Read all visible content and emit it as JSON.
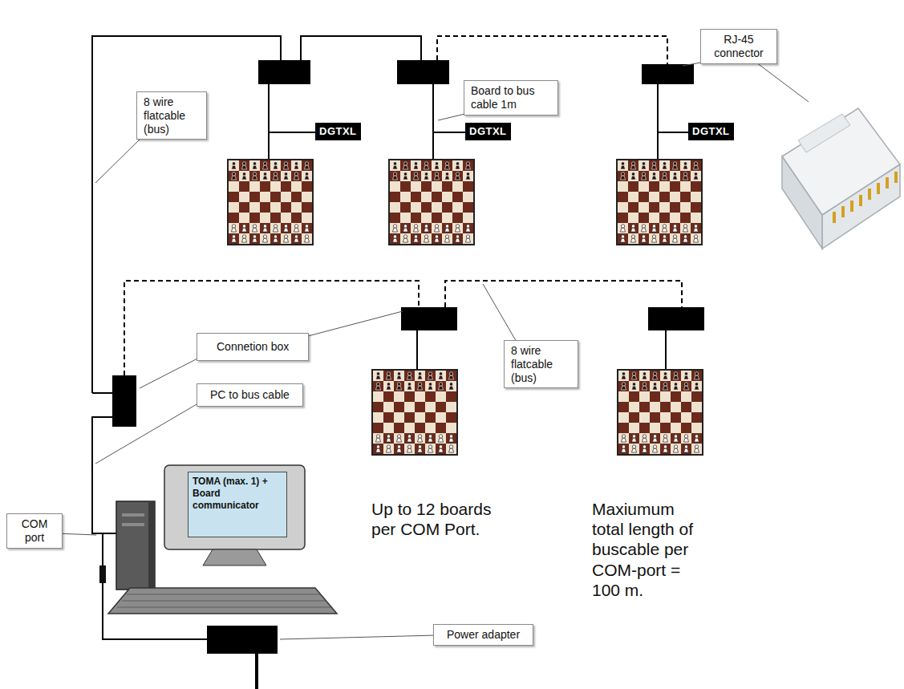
{
  "diagram": {
    "nodes": [
      {
        "text": [
          "RJ-45 connector"
        ]
      },
      {
        "text": [
          "Board to bus cable 1m"
        ]
      },
      {
        "text": [
          "8 wire flatcable (bus)"
        ]
      },
      {
        "text": [
          "DGTXL"
        ]
      },
      {
        "text": [
          "DGTXL"
        ]
      },
      {
        "text": [
          "DGTXL"
        ]
      },
      {
        "text": [
          "Connetion box"
        ]
      },
      {
        "text": [
          "8 wire flatcable (bus)"
        ]
      },
      {
        "text": [
          "PC to bus cable"
        ]
      },
      {
        "text": [
          "TOMA (max. 1) + Board communicator"
        ]
      },
      {
        "text": [
          "COM port"
        ]
      },
      {
        "text": [
          "Power adapter"
        ]
      }
    ],
    "labels": [
      "Up to 12 boards per COM Port.",
      "Maxiumum total length of buscable per COM-port = 100 m."
    ]
  }
}
